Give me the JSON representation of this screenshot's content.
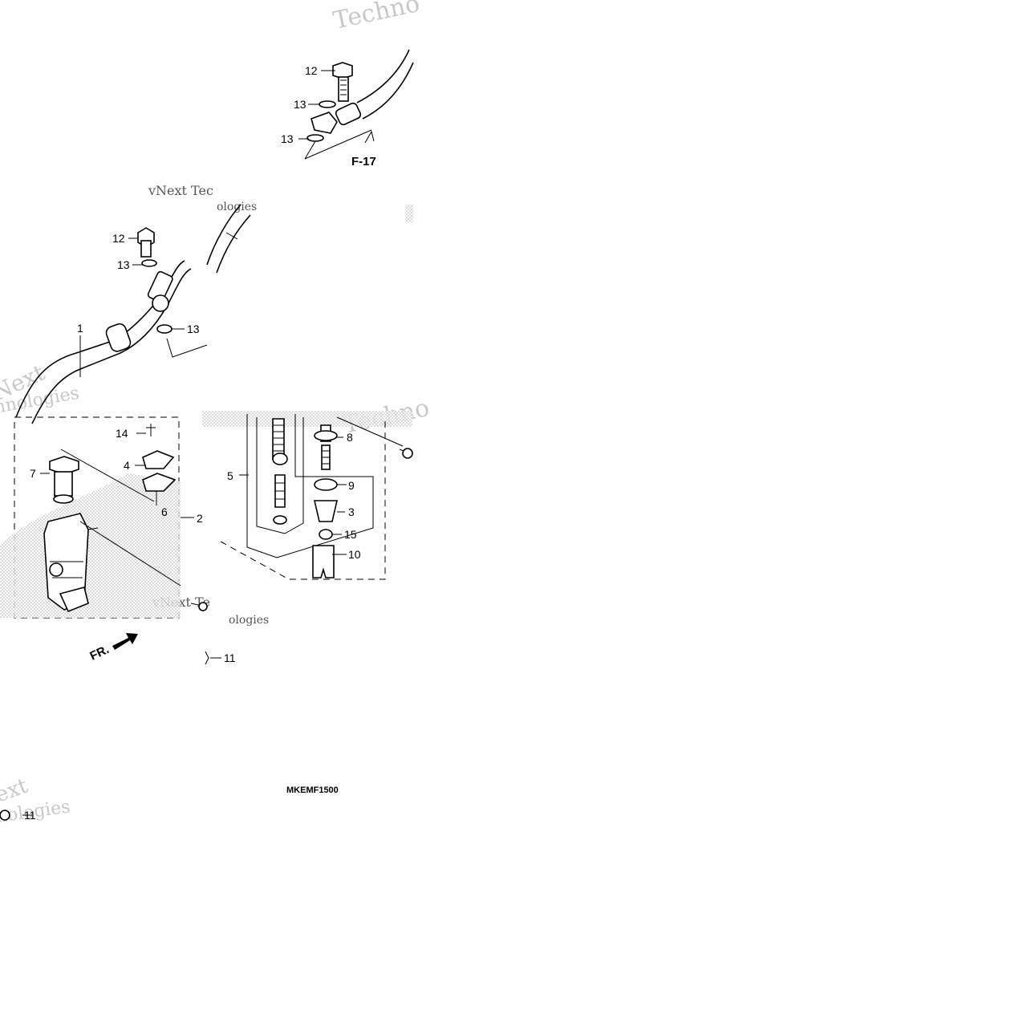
{
  "callouts": {
    "c1": "1",
    "c2": "2",
    "c3": "3",
    "c4": "4",
    "c5": "5",
    "c6": "6",
    "c7": "7",
    "c8": "8",
    "c9": "9",
    "c10": "10",
    "c11a": "11",
    "c11b": "11",
    "c12a": "12",
    "c12b": "12",
    "c13a": "13",
    "c13b": "13",
    "c13c": "13",
    "c13d": "13",
    "c14": "14",
    "c15": "15"
  },
  "reference": "F-17",
  "direction": "FR.",
  "diagram_code": "MKEMF1500",
  "watermarks": {
    "w1": "Techno",
    "w2": "vNext Tec",
    "w3": "ologies",
    "w4": "Next",
    "w5": "hnologies",
    "w6": "vNext Te",
    "w7": "ologies",
    "w8": "Techno",
    "w9": "ext",
    "w10": "nologies"
  },
  "colors": {
    "ink": "#000000",
    "watermark": "#c8c8c8",
    "stipple": "#9a9a9a"
  }
}
